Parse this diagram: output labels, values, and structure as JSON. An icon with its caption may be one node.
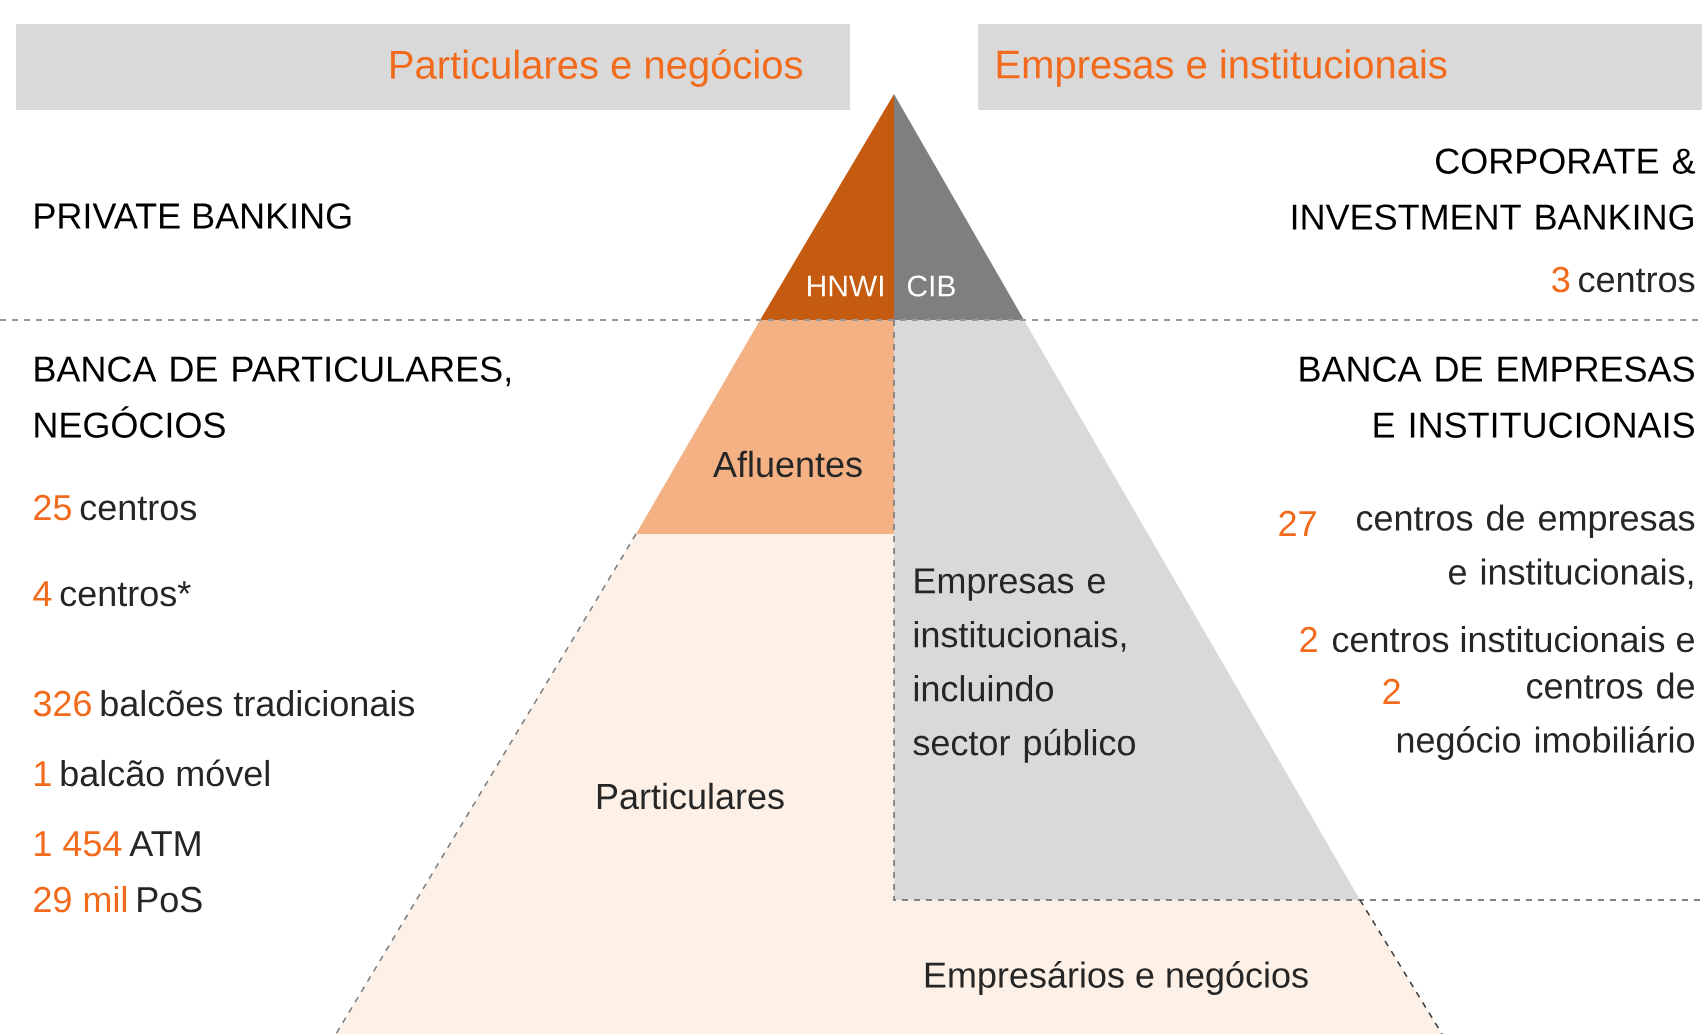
{
  "diagram": {
    "nodes": [
      {
        "text": [
          "Particulares e negócios"
        ]
      },
      {
        "text": [
          "Empresas e institucionais"
        ]
      },
      {
        "text": [
          "HNWI"
        ]
      },
      {
        "text": [
          "CIB"
        ]
      },
      {
        "text": [
          "Afluentes"
        ]
      },
      {
        "text": [
          "Empresas e institucionais, incluindo sector público"
        ]
      },
      {
        "text": [
          "Particulares"
        ]
      },
      {
        "text": [
          "Empresários e negócios"
        ]
      }
    ],
    "labels": [
      "PRIVATE BANKING",
      "CORPORATE & INVESTMENT BANKING",
      "3",
      "centros",
      "BANCA DE PARTICULARES, NEGÓCIOS",
      "BANCA DE EMPRESAS E INSTITUCIONAIS",
      "25",
      "centros",
      "27",
      "centros de empresas e institucionais,",
      "4",
      "centros*",
      "2",
      "centros institucionais e",
      "2",
      "centros de negócio imobiliário",
      "326",
      "balcões tradicionais",
      "1",
      "balcão móvel",
      "1 454",
      "ATM",
      "29 mil",
      "PoS"
    ]
  }
}
